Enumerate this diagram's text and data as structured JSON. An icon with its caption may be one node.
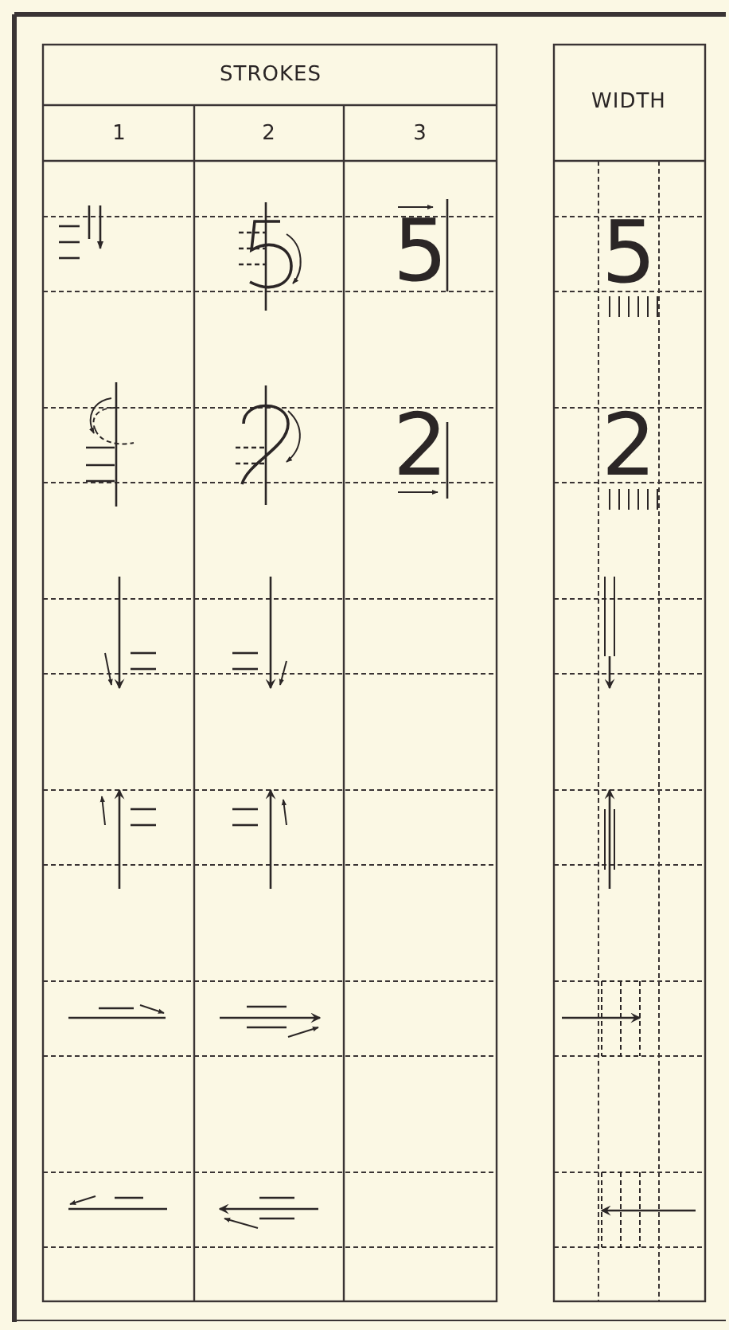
{
  "diagram": {
    "labels": [
      "STROKES",
      "1",
      "2",
      "3",
      "WIDTH",
      "5",
      "5",
      "2",
      "2"
    ]
  }
}
